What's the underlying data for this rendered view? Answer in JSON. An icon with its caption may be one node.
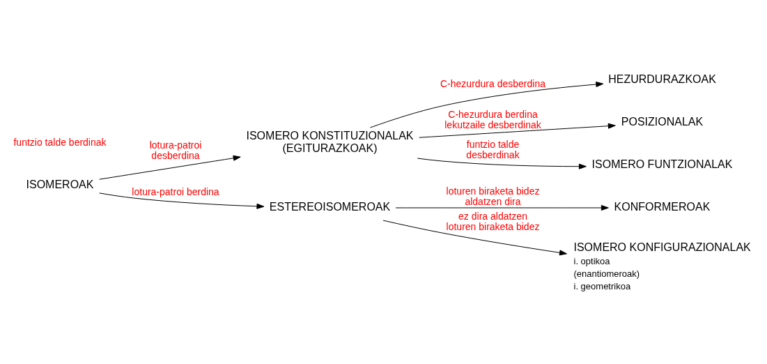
{
  "diagram": {
    "nodes": [
      {
        "text": [
          "ISOMEROAK"
        ]
      },
      {
        "text": [
          "ISOMERO KONSTITUZIONALAK (EGITURAZKOAK)"
        ]
      },
      {
        "text": [
          "ESTEREOISOMEROAK"
        ]
      },
      {
        "text": [
          "HEZURDURAZKOAK"
        ]
      },
      {
        "text": [
          "POSIZIONALAK"
        ]
      },
      {
        "text": [
          "ISOMERO FUNTZIONALAK"
        ]
      },
      {
        "text": [
          "KONFORMEROAK"
        ]
      },
      {
        "text": [
          "ISOMERO KONFIGURAZIONALAK"
        ],
        "beside": [
          "i. optikoa",
          "(enantiomeroak)",
          "i. geometrikoa"
        ]
      }
    ],
    "edges": [
      {
        "from": 0,
        "to": 1,
        "arrow": "to",
        "label": "lotura-patroi desberdina"
      },
      {
        "from": 0,
        "to": 2,
        "arrow": "to",
        "label": "lotura-patroi berdina"
      },
      {
        "from": 1,
        "to": 3,
        "arrow": "to",
        "label": "C-hezurdura desberdina"
      },
      {
        "from": 1,
        "to": 4,
        "arrow": "to",
        "label": "C-hezurdura berdina lekutzaile desberdinak"
      },
      {
        "from": 1,
        "to": 5,
        "arrow": "to",
        "label": "funtzio talde desberdinak"
      },
      {
        "from": 2,
        "to": 6,
        "arrow": "to",
        "label": "loturen biraketa bidez aldatzen dira"
      },
      {
        "from": 2,
        "to": 7,
        "arrow": "to",
        "label": "ez dira aldatzen loturen biraketa bidez"
      }
    ],
    "labels": [
      "funtzio talde berdinak"
    ]
  }
}
